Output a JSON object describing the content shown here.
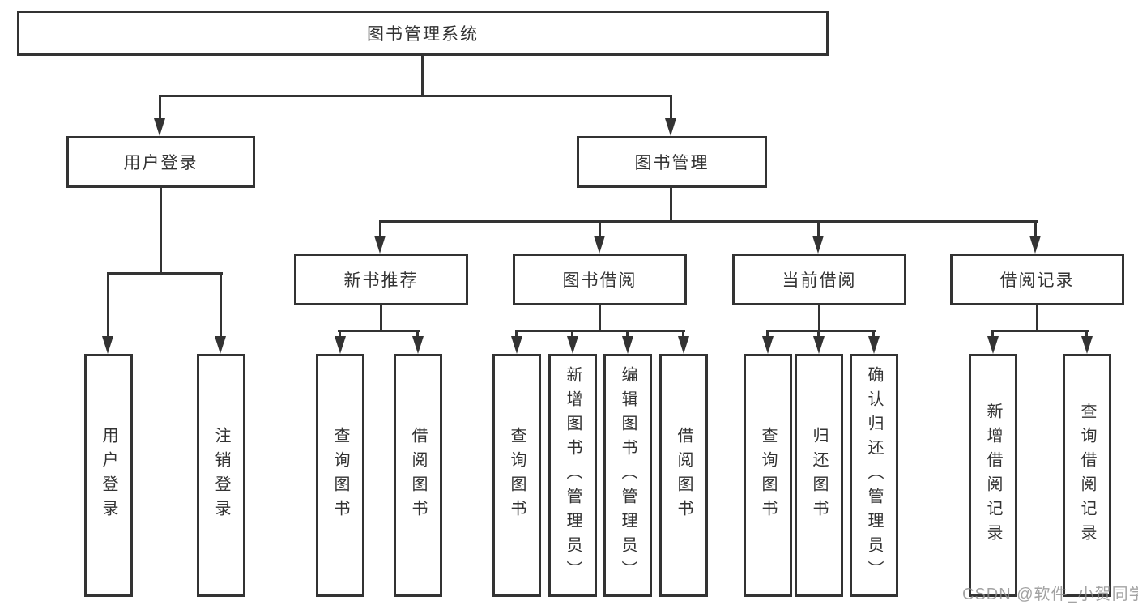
{
  "diagram": {
    "colors": {
      "line": "#333333",
      "text": "#333333",
      "box_background": "#ffffff",
      "page_background": "#ffffff",
      "watermark": "#8c8c8c"
    },
    "nodes": {
      "root": {
        "label": "图书管理系统"
      },
      "level2": [
        {
          "label": "用户登录"
        },
        {
          "label": "图书管理"
        }
      ],
      "level3": [
        {
          "label": "新书推荐"
        },
        {
          "label": "图书借阅"
        },
        {
          "label": "当前借阅"
        },
        {
          "label": "借阅记录"
        }
      ],
      "leaves": [
        {
          "label": "用户登录"
        },
        {
          "label": "注销登录"
        },
        {
          "label": "查询图书"
        },
        {
          "label": "借阅图书"
        },
        {
          "label": "查询图书"
        },
        {
          "label": "新增图书（管理员）"
        },
        {
          "label": "编辑图书（管理员）"
        },
        {
          "label": "借阅图书"
        },
        {
          "label": "查询图书"
        },
        {
          "label": "归还图书"
        },
        {
          "label": "确认归还（管理员）"
        },
        {
          "label": "新增借阅记录"
        },
        {
          "label": "查询借阅记录"
        }
      ]
    },
    "hierarchy": {
      "图书管理系统": [
        "用户登录",
        "图书管理"
      ],
      "用户登录": [
        "用户登录",
        "注销登录"
      ],
      "图书管理": [
        "新书推荐",
        "图书借阅",
        "当前借阅",
        "借阅记录"
      ],
      "新书推荐": [
        "查询图书",
        "借阅图书"
      ],
      "图书借阅": [
        "查询图书",
        "新增图书（管理员）",
        "编辑图书（管理员）",
        "借阅图书"
      ],
      "当前借阅": [
        "查询图书",
        "归还图书",
        "确认归还（管理员）"
      ],
      "借阅记录": [
        "新增借阅记录",
        "查询借阅记录"
      ]
    },
    "watermark": {
      "text": "CSDN @软件_小贺同学"
    }
  }
}
